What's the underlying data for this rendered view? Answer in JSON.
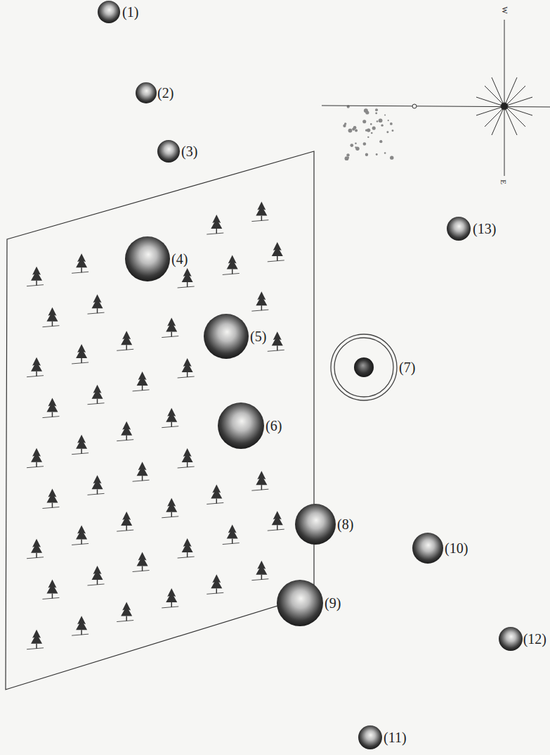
{
  "diagram": {
    "labels": [
      "(1)",
      "(2)",
      "(3)",
      "(4)",
      "(5)",
      "(6)",
      "(7)",
      "(8)",
      "(9)",
      "(10)",
      "(11)",
      "(12)",
      "(13)",
      "W",
      "E"
    ]
  }
}
